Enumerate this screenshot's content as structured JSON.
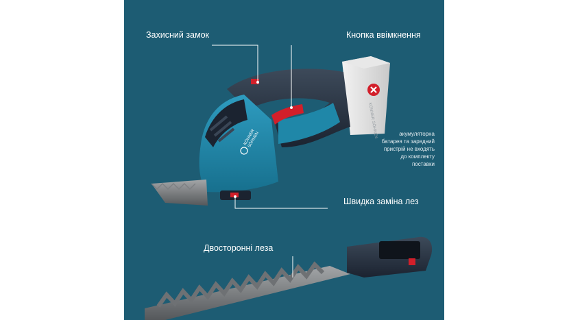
{
  "labels": {
    "safety_lock": "Захисний замок",
    "power_button": "Кнопка ввімкнення",
    "quick_blade_change": "Швидка заміна лез",
    "double_sided_blades": "Двосторонні леза"
  },
  "battery_note": [
    "акумуляторна",
    "батарея та зарядний",
    "пристрій не входять",
    "до комплекту",
    "поставки"
  ],
  "brand": {
    "line1": "KÖNNER",
    "line2": "SÖHNEN"
  },
  "colors": {
    "background_panel": "#1d5c73",
    "tool_blue": "#1f87a8",
    "accent_red": "#d21f2a",
    "callout_line": "#ffffff"
  }
}
